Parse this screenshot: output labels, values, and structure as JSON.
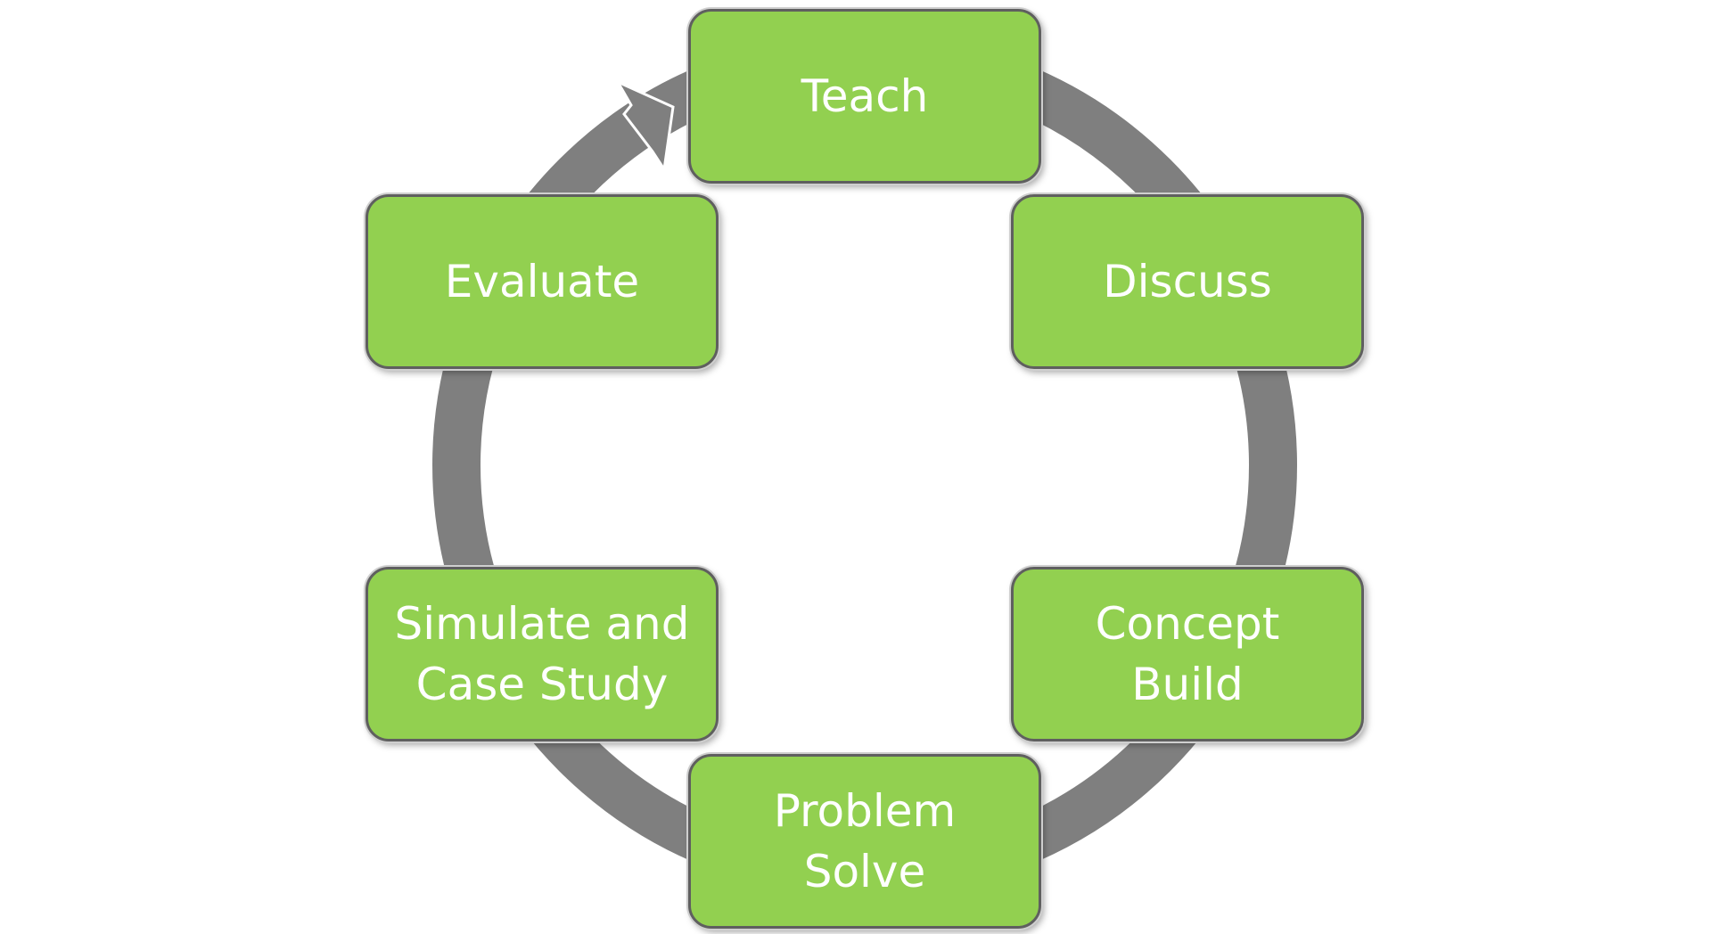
{
  "diagram": {
    "type": "cycle",
    "direction": "clockwise",
    "colors": {
      "node_fill": "#92d050",
      "node_border": "#5f5f5f",
      "node_text": "#ffffff",
      "ring": "#7f7f7f"
    },
    "steps": [
      {
        "label": "Teach"
      },
      {
        "label": "Discuss"
      },
      {
        "label": "Concept\nBuild"
      },
      {
        "label": "Problem\nSolve"
      },
      {
        "label": "Simulate and\nCase Study"
      },
      {
        "label": "Evaluate"
      }
    ]
  }
}
